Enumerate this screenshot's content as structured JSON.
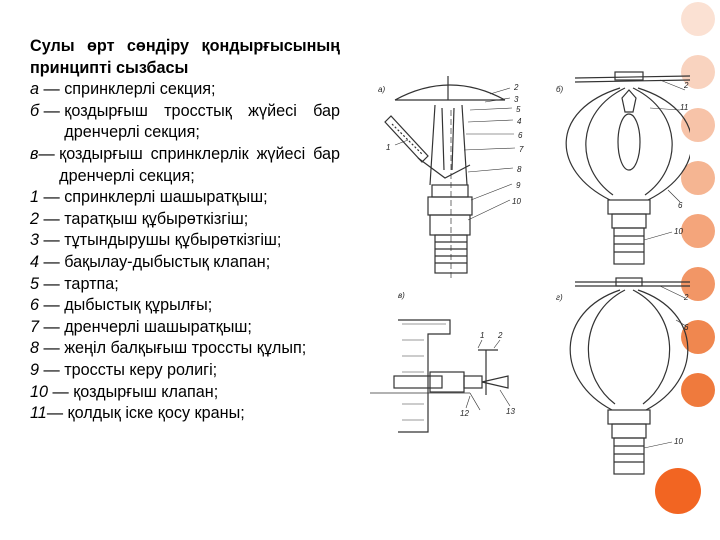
{
  "title": "Сулы өрт сөндіру қондырғысының принципті сызбасы",
  "legend": [
    {
      "key": "а",
      "sep": " — ",
      "text": "спринклерлі секция;"
    },
    {
      "key": "б",
      "sep": " — ",
      "text": "қоздырғыш тросстық жүйесі бар дренчерлі секция;"
    },
    {
      "key": "в",
      "sep": "— ",
      "text": "қоздырғыш спринклерлік жүйесі бар дренчерлі секция;"
    },
    {
      "key": "1",
      "sep": " — ",
      "text": "спринклерлі шашыратқыш;"
    },
    {
      "key": "2",
      "sep": " — ",
      "text": "таратқыш құбырөткізгіш;"
    },
    {
      "key": "3",
      "sep": " — ",
      "text": "тұтындырушы құбырөткізгіш;"
    },
    {
      "key": "4",
      "sep": " — ",
      "text": "бақылау-дыбыстық клапан;"
    },
    {
      "key": "5",
      "sep": " — ",
      "text": "тартпа;"
    },
    {
      "key": "6",
      "sep": " — ",
      "text": "дыбыстық құрылғы;"
    },
    {
      "key": "7",
      "sep": " — ",
      "text": "дренчерлі шашыратқыш;"
    },
    {
      "key": "8",
      "sep": " — ",
      "text": "жеңіл балқығыш тросcты құлып;"
    },
    {
      "key": "9",
      "sep": " — ",
      "text": "тросcты керу ролигі;"
    },
    {
      "key": "10",
      "sep": " — ",
      "text": "қоздырғыш клапан;"
    },
    {
      "key": "11",
      "sep": "— ",
      "text": "қолдық іске қосу краны;"
    }
  ],
  "figure": {
    "panel_labels": [
      "а)",
      "б)",
      "в)",
      "г)"
    ],
    "callouts_a": [
      "2",
      "3",
      "5",
      "4",
      "6",
      "7",
      "8",
      "9",
      "10",
      "1"
    ],
    "callouts_b": [
      "2",
      "11",
      "6",
      "10"
    ],
    "callouts_v": [
      "1",
      "2",
      "12",
      "13"
    ],
    "callouts_g": [
      "2",
      "6",
      "10"
    ]
  },
  "colors": {
    "accent": "#f26522",
    "dots": [
      "#fbe1d3",
      "#f9d3bf",
      "#f7c3a8",
      "#f5b592",
      "#f4a57b",
      "#f29666",
      "#f0874f",
      "#ef7a3d",
      "#f26522"
    ],
    "line": "#333333"
  }
}
